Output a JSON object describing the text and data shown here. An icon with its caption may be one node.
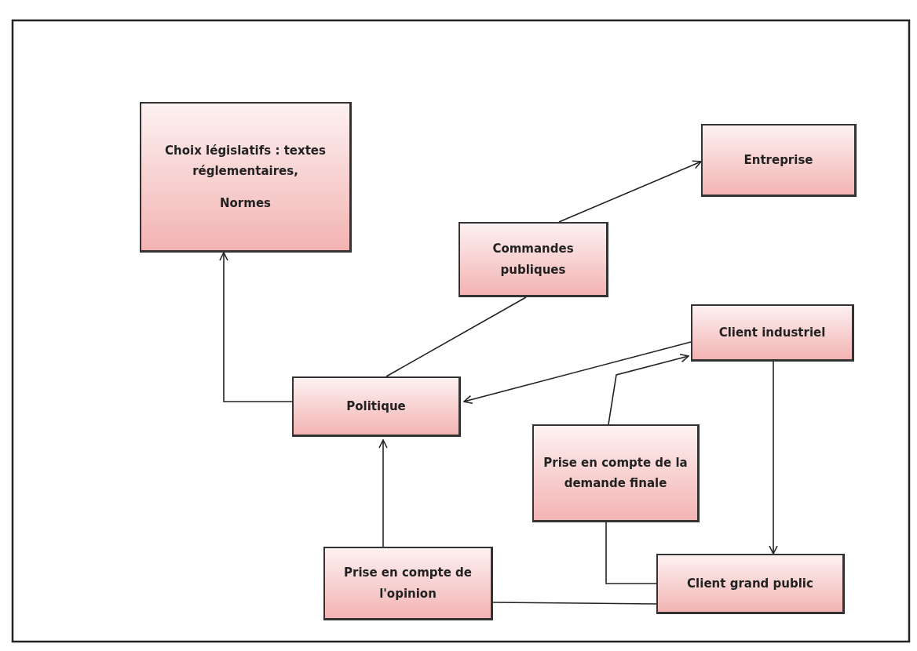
{
  "diagram": {
    "nodes": [
      {
        "text": [
          "Choix législatifs : textes réglementaires,",
          "Normes"
        ]
      },
      {
        "text": [
          "Entreprise"
        ]
      },
      {
        "text": [
          "Commandes publiques"
        ]
      },
      {
        "text": [
          "Client industriel"
        ]
      },
      {
        "text": [
          "Politique"
        ]
      },
      {
        "text": [
          "Prise en compte de la demande finale"
        ]
      },
      {
        "text": [
          "Prise en compte de l'opinion"
        ]
      },
      {
        "text": [
          "Client grand public"
        ]
      }
    ],
    "edges": [
      {
        "from": 4,
        "to": 0,
        "arrow": "to"
      },
      {
        "from": 4,
        "to": 2,
        "arrow": "none"
      },
      {
        "from": 2,
        "to": 1,
        "arrow": "to"
      },
      {
        "from": 3,
        "to": 4,
        "arrow": "to"
      },
      {
        "from": 5,
        "to": 3,
        "arrow": "to"
      },
      {
        "from": 3,
        "to": 7,
        "arrow": "to"
      },
      {
        "from": 5,
        "to": 7,
        "arrow": "none"
      },
      {
        "from": 6,
        "to": 4,
        "arrow": "to"
      },
      {
        "from": 6,
        "to": 7,
        "arrow": "none"
      }
    ]
  }
}
